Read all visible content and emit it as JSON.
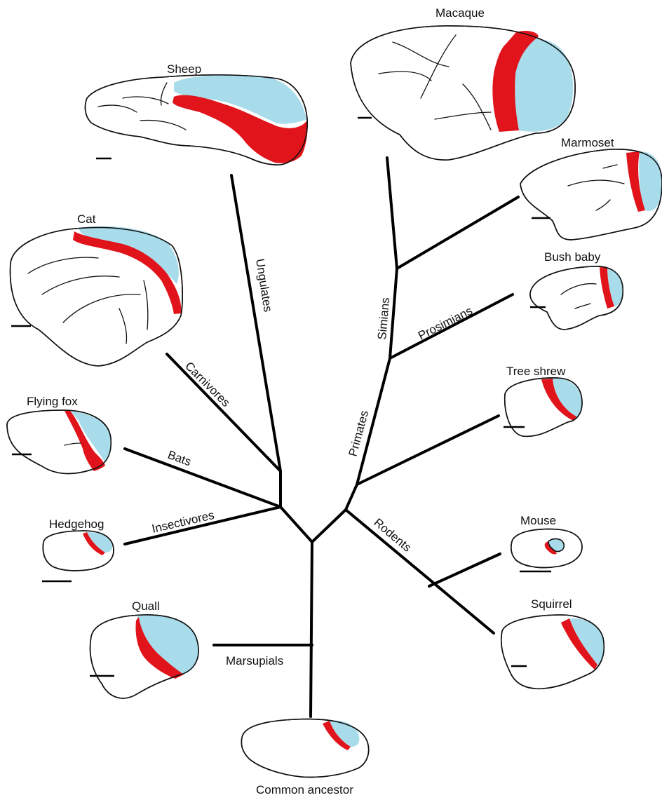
{
  "colors": {
    "v1_fill": "#a9dceb",
    "v2_fill": "#e0141a",
    "outline": "#111111",
    "branch": "#000000"
  },
  "species": {
    "macaque": "Macaque",
    "sheep": "Sheep",
    "marmoset": "Marmoset",
    "cat": "Cat",
    "bush_baby": "Bush baby",
    "tree_shrew": "Tree shrew",
    "flying_fox": "Flying fox",
    "hedgehog": "Hedgehog",
    "mouse": "Mouse",
    "quall": "Quall",
    "squirrel": "Squirrel",
    "common_ancestor": "Common ancestor"
  },
  "clades": {
    "ungulates": "Ungulates",
    "simians": "Simians",
    "prosimians": "Prosimians",
    "carnivores": "Carnivores",
    "primates": "Primates",
    "bats": "Bats",
    "insectivores": "Insectivores",
    "rodents": "Rodents",
    "marsupials": "Marsupials"
  }
}
